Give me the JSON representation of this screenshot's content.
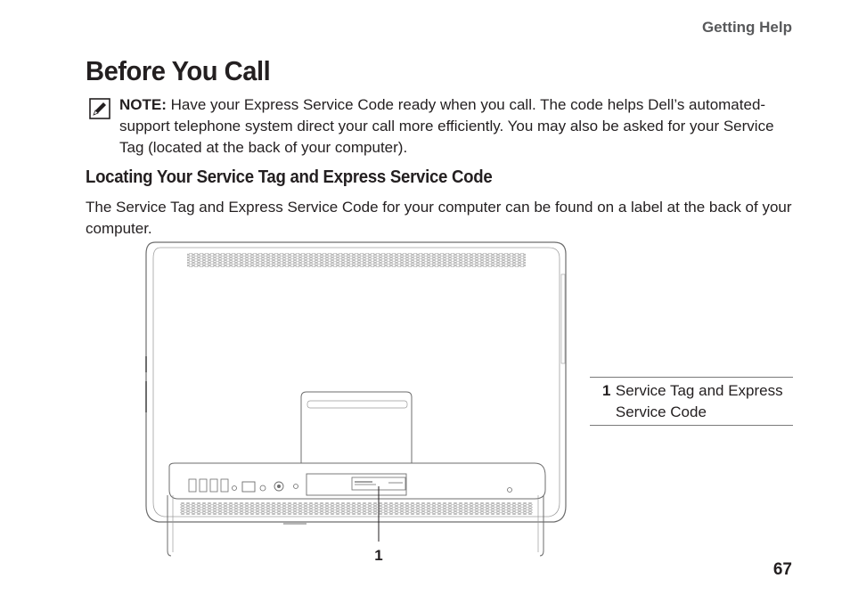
{
  "header": {
    "section": "Getting Help"
  },
  "page": {
    "title": "Before You Call",
    "number": "67"
  },
  "note": {
    "icon": "note-pencil-icon",
    "label": "NOTE:",
    "text": " Have your Express Service Code ready when you call. The code helps Dell’s automated-support telephone system direct your call more efficiently. You may also be asked for your Service Tag (located at the back of your computer)."
  },
  "section": {
    "heading": "Locating Your Service Tag and Express Service Code",
    "body": "The Service Tag and Express Service Code for your computer can be found on a label at the back of your computer."
  },
  "figure": {
    "callout_marker": "1",
    "callouts": [
      {
        "number": "1",
        "text": "Service Tag and Express Service Code"
      }
    ]
  }
}
